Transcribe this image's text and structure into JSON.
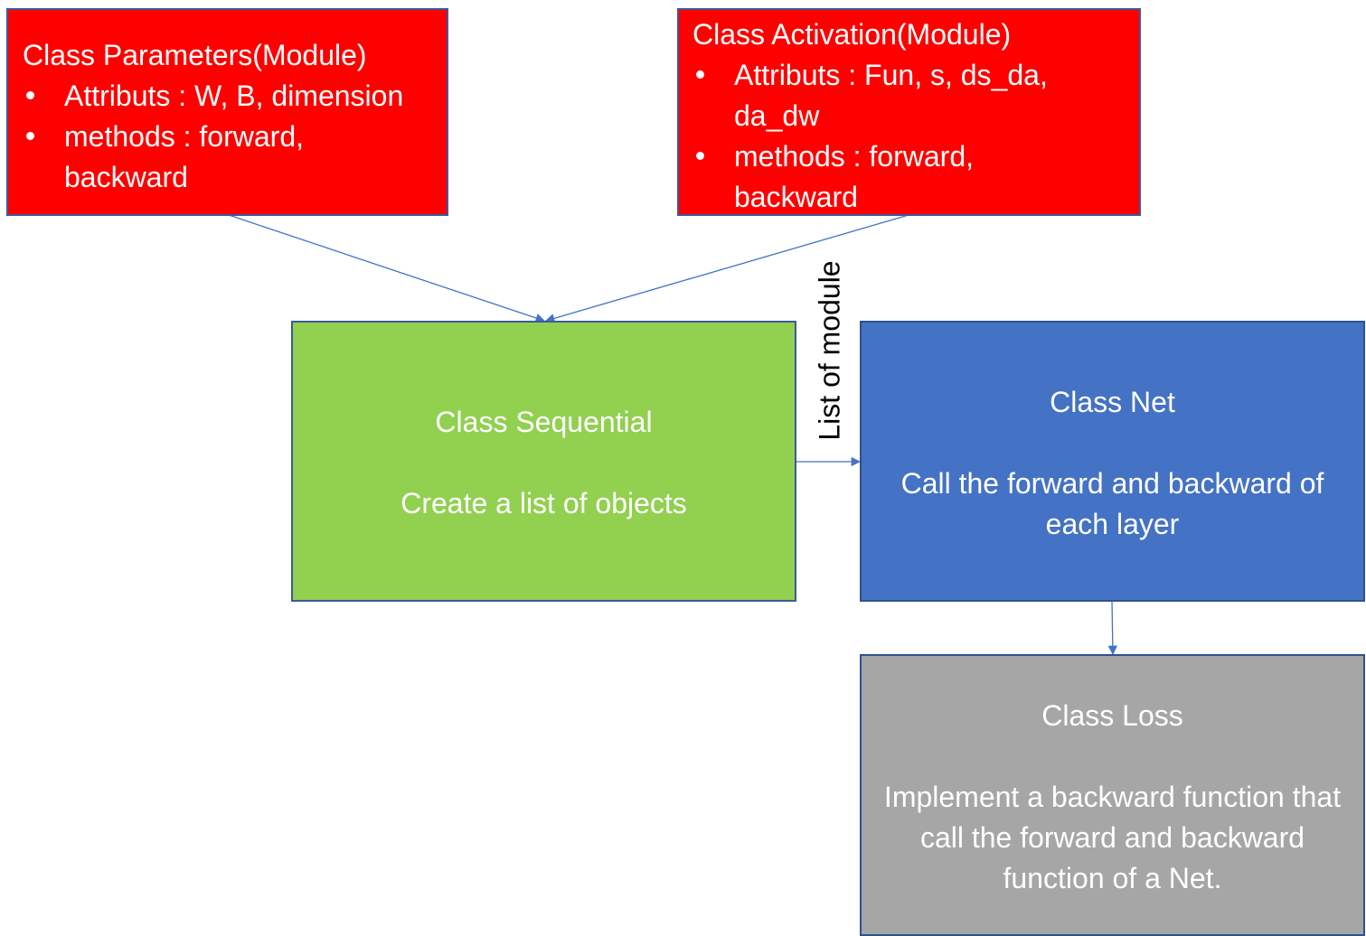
{
  "nodes": {
    "parameters": {
      "title": "Class Parameters(Module)",
      "items": [
        "Attributs : W, B, dimension",
        "methods : forward, backward"
      ]
    },
    "activation": {
      "title": "Class Activation(Module)",
      "items": [
        "Attributs : Fun, s, ds_da, da_dw",
        "methods : forward, backward"
      ]
    },
    "sequential": {
      "title": "Class Sequential",
      "body": "Create a list of objects"
    },
    "net": {
      "title": "Class Net",
      "body": "Call the forward and backward of each layer"
    },
    "loss": {
      "title": "Class Loss",
      "body": "Implement a backward function that call the forward and backward function of a Net."
    }
  },
  "edges": [
    {
      "from": "parameters",
      "to": "sequential"
    },
    {
      "from": "activation",
      "to": "sequential"
    },
    {
      "from": "sequential",
      "to": "net",
      "label": "List of module"
    },
    {
      "from": "net",
      "to": "loss"
    }
  ],
  "colors": {
    "parameters_fill": "#ff0000",
    "activation_fill": "#ff0000",
    "sequential_fill": "#92d050",
    "net_fill": "#4472c4",
    "loss_fill": "#a6a6a6",
    "text": "#ffffff",
    "connector": "#4472c4"
  }
}
